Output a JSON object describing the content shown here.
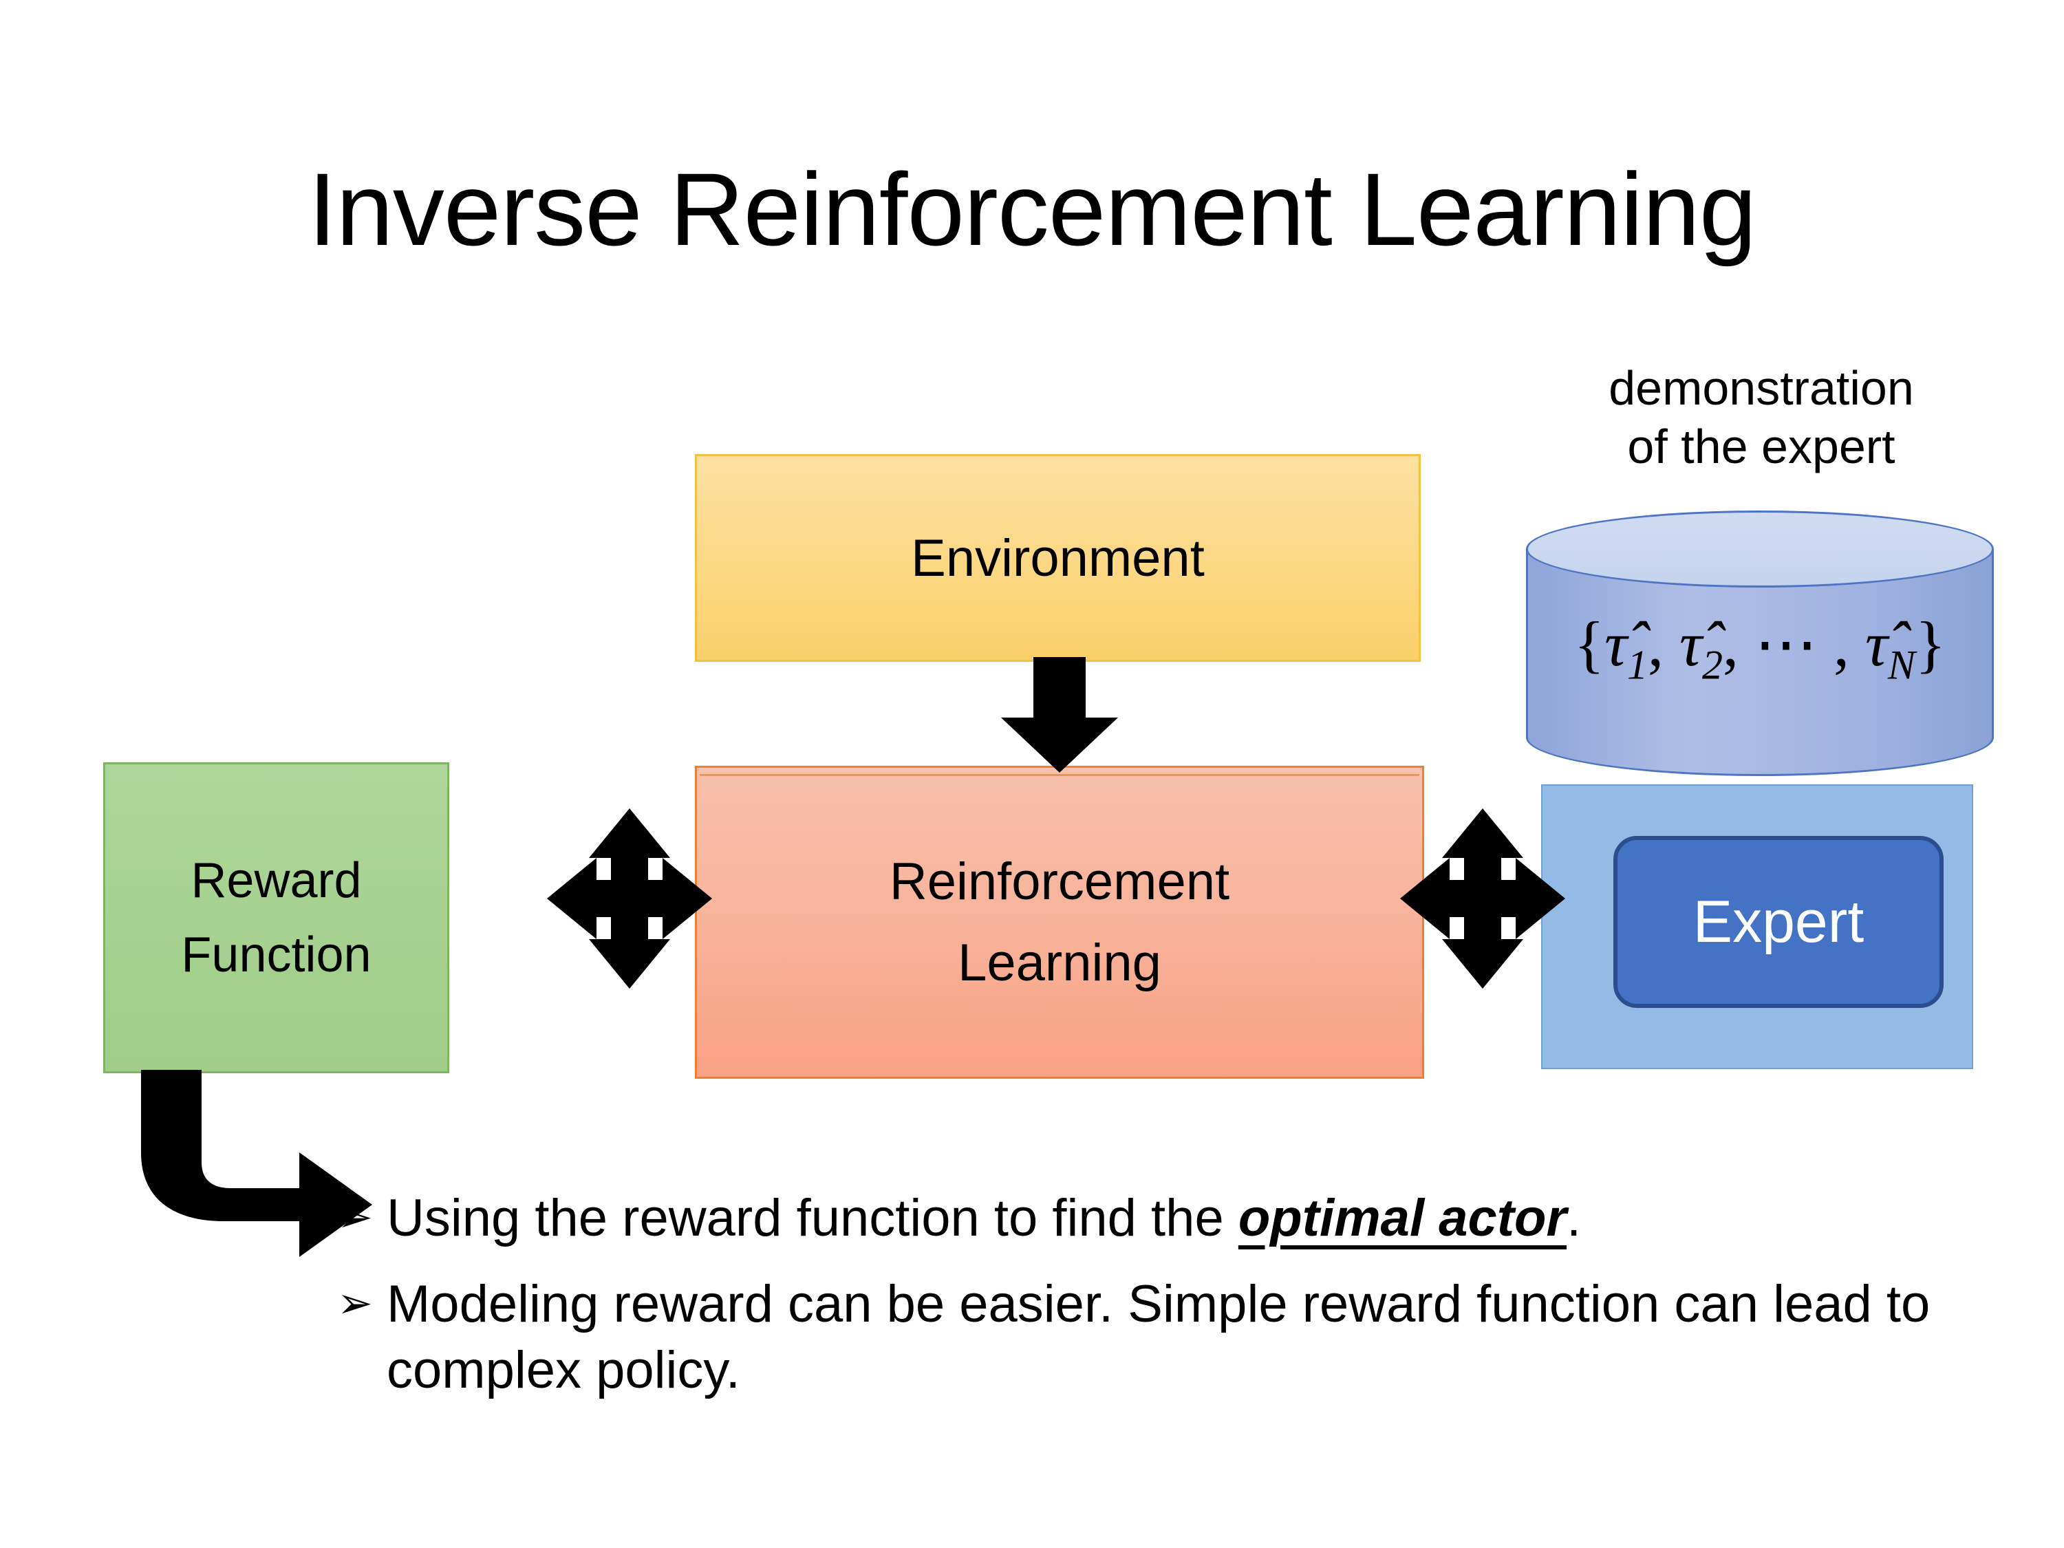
{
  "slide": {
    "title": "Inverse Reinforcement Learning"
  },
  "diagram": {
    "environment_box": {
      "label": "Environment",
      "fill": "#FCD884",
      "border": "#F3C244"
    },
    "rl_box": {
      "label_line1": "Reinforcement",
      "label_line2": "Learning",
      "fill": "#F8B39B",
      "border": "#EE7F36"
    },
    "reward_box": {
      "label_line1": "Reward",
      "label_line2": "Function",
      "fill": "#A6D190",
      "border": "#7FB463"
    },
    "expert": {
      "caption_line1": "demonstration",
      "caption_line2": "of the expert",
      "panel_fill": "#93BBE6",
      "box_label": "Expert",
      "box_fill": "#4472C4",
      "box_border": "#2B4F8E"
    },
    "cylinder": {
      "set_open": "{",
      "tau1": "τ̂",
      "tau1_sub": "1",
      "sep1": ", ",
      "tau2": "τ̂",
      "tau2_sub": "2",
      "sep2": ", ⋯ , ",
      "tauN": "τ̂",
      "tauN_sub": "N",
      "set_close": "}",
      "full_text": "{τ̂1, τ̂2, ⋯ , τ̂N}",
      "top_fill": "#CFDBF1",
      "body_fill": "#A3B4DF",
      "stroke": "#4F74C4"
    },
    "arrows": {
      "environment_to_rl": "down-arrow",
      "reward_rl_link": "cross-double-arrow",
      "rl_expert_link": "cross-double-arrow",
      "reward_to_bullets": "elbow-arrow",
      "color": "#000000"
    }
  },
  "bullets": [
    {
      "marker": "➢",
      "text_before": "Using the reward function to find the ",
      "emphasis": "optimal actor",
      "text_after": "."
    },
    {
      "marker": "➢",
      "text_before": "Modeling reward can be easier. Simple reward function can lead to complex policy.",
      "emphasis": "",
      "text_after": ""
    }
  ]
}
